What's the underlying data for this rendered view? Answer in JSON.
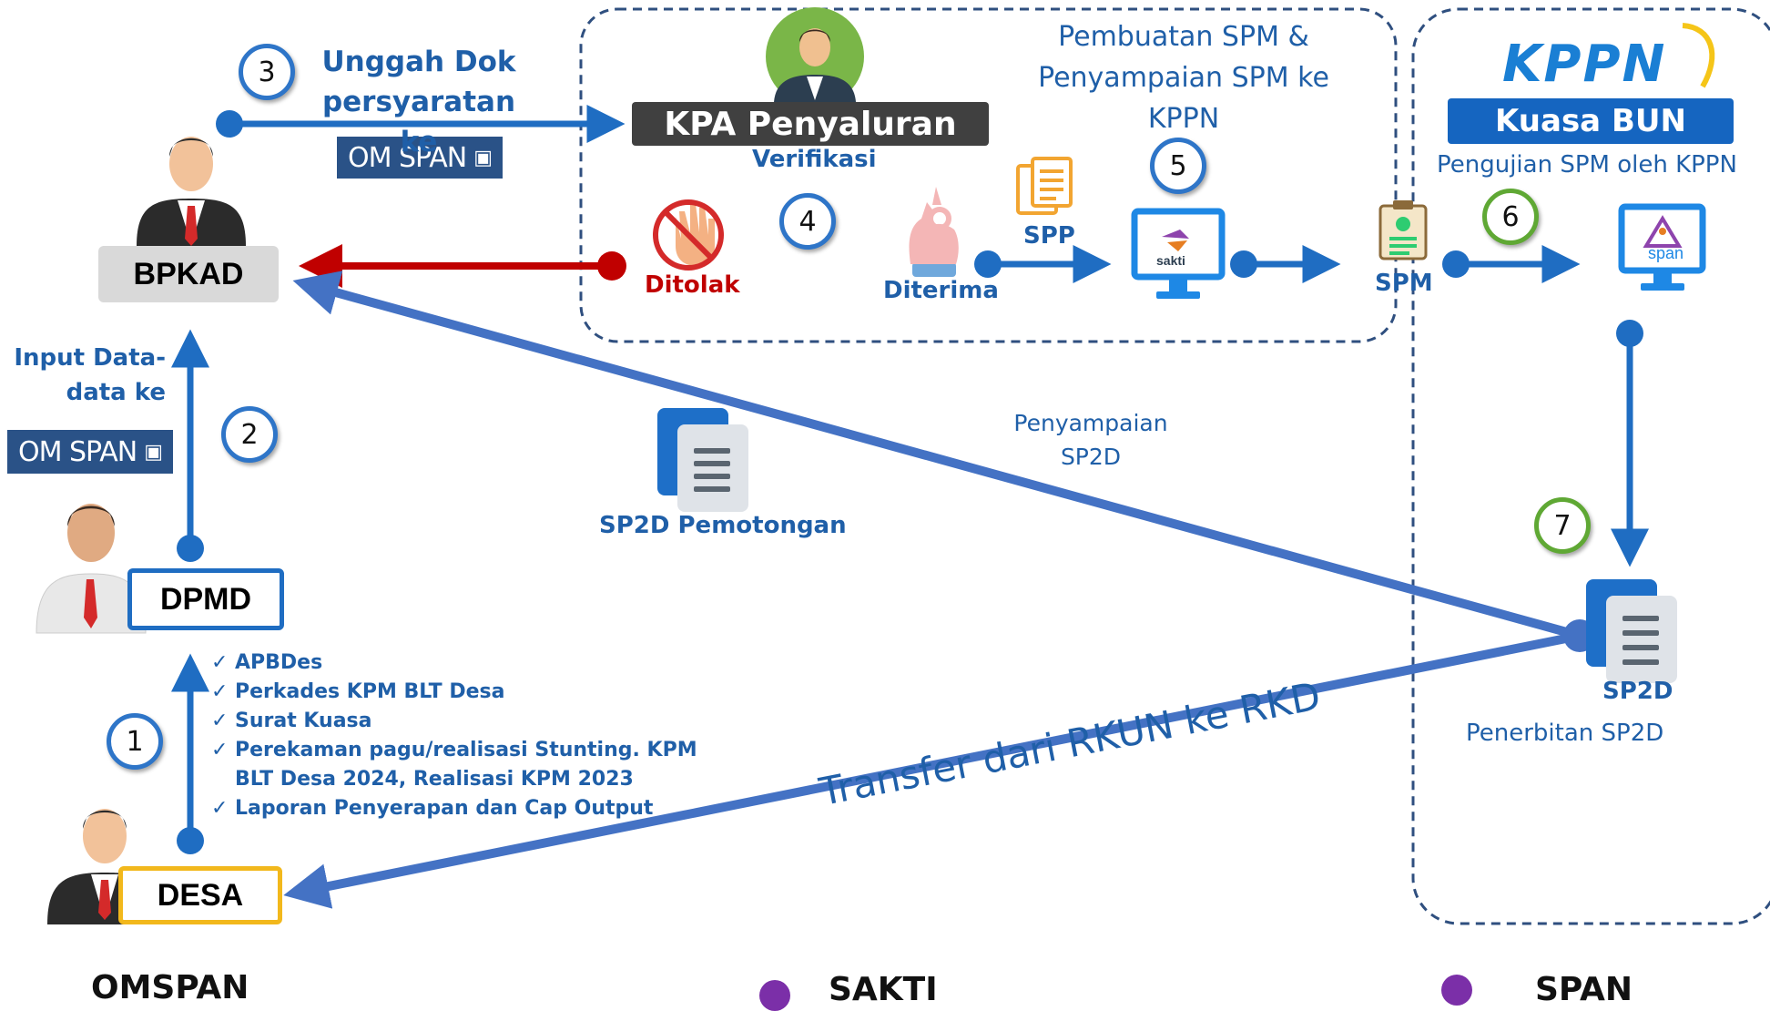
{
  "nodes": {
    "bpkad": "BPKAD",
    "dpmd": "DPMD",
    "desa": "DESA",
    "kpa": "KPA Penyaluran",
    "kuasa_bun": "Kuasa BUN",
    "kppn_logo": "KPPN"
  },
  "badges": {
    "omspan_top": "OM SPAN",
    "omspan_left": "OM SPAN"
  },
  "steps": [
    "1",
    "2",
    "3",
    "4",
    "5",
    "6",
    "7"
  ],
  "labels": {
    "unggah_line1": "Unggah Dok",
    "unggah_line2": "persyaratan ke",
    "input_line1": "Input Data-",
    "input_line2": "data ke",
    "verifikasi": "Verifikasi",
    "ditolak": "Ditolak",
    "diterima": "Diterima",
    "spp": "SPP",
    "spm": "SPM",
    "pembuatan_line1": "Pembuatan SPM &",
    "pembuatan_line2": "Penyampaian SPM ke",
    "pembuatan_line3": "KPPN",
    "pengujian": "Pengujian SPM oleh KPPN",
    "penyampaian_line1": "Penyampaian",
    "penyampaian_line2": "SP2D",
    "sp2d_pemotongan": "SP2D Pemotongan",
    "sp2d": "SP2D",
    "penerbitan": "Penerbitan SP2D",
    "transfer": "Transfer dari RKUN ke RKD",
    "sakti_icon": "sakti",
    "span_icon": "span"
  },
  "checklist": [
    "APBDes",
    "Perkades KPM BLT Desa",
    "Surat Kuasa",
    "Perekaman pagu/realisasi Stunting. KPM",
    "BLT Desa 2024, Realisasi KPM 2023",
    "Laporan Penyerapan dan Cap Output"
  ],
  "legend": {
    "omspan": "OMSPAN",
    "sakti": "SAKTI",
    "span": "SPAN"
  },
  "colors": {
    "arrow_blue": "#1f6dc2",
    "diag_blue": "#4472c4",
    "reject_red": "#c00000",
    "legend_purple": "#7b2fa8",
    "kuasa_bun_bg": "#1565c0",
    "kpa_bg": "#404040"
  }
}
